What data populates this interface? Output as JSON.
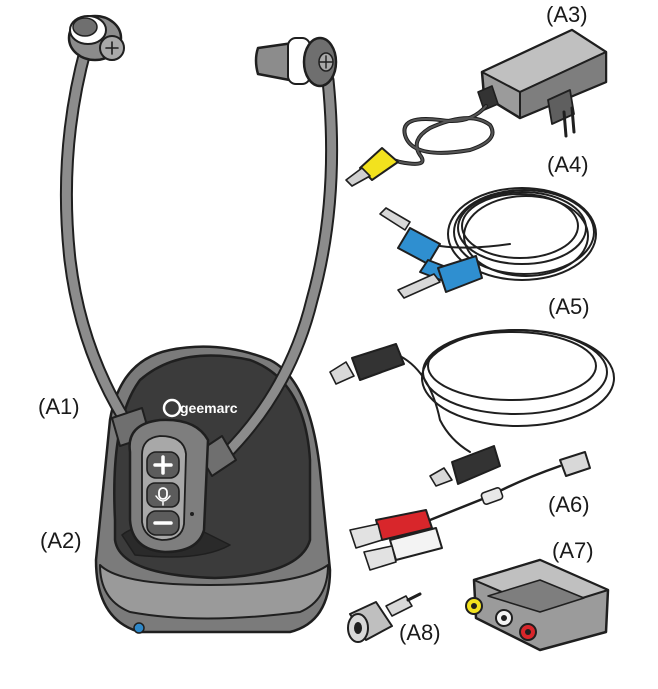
{
  "labels": {
    "a1": "(A1)",
    "a2": "(A2)",
    "a3": "(A3)",
    "a4": "(A4)",
    "a5": "(A5)",
    "a6": "(A6)",
    "a7": "(A7)",
    "a8": "(A8)"
  },
  "brand": "geemarc",
  "colors": {
    "outline": "#1f1f1f",
    "headset_gray": "#8c8c8c",
    "base_dark": "#3a3a3a",
    "cable_light": "#eeeeee",
    "jack_yellow": "#f2e21e",
    "jack_blue": "#2f8fd0",
    "rca_red": "#d8262b",
    "indicator_blue": "#2e88c9"
  }
}
